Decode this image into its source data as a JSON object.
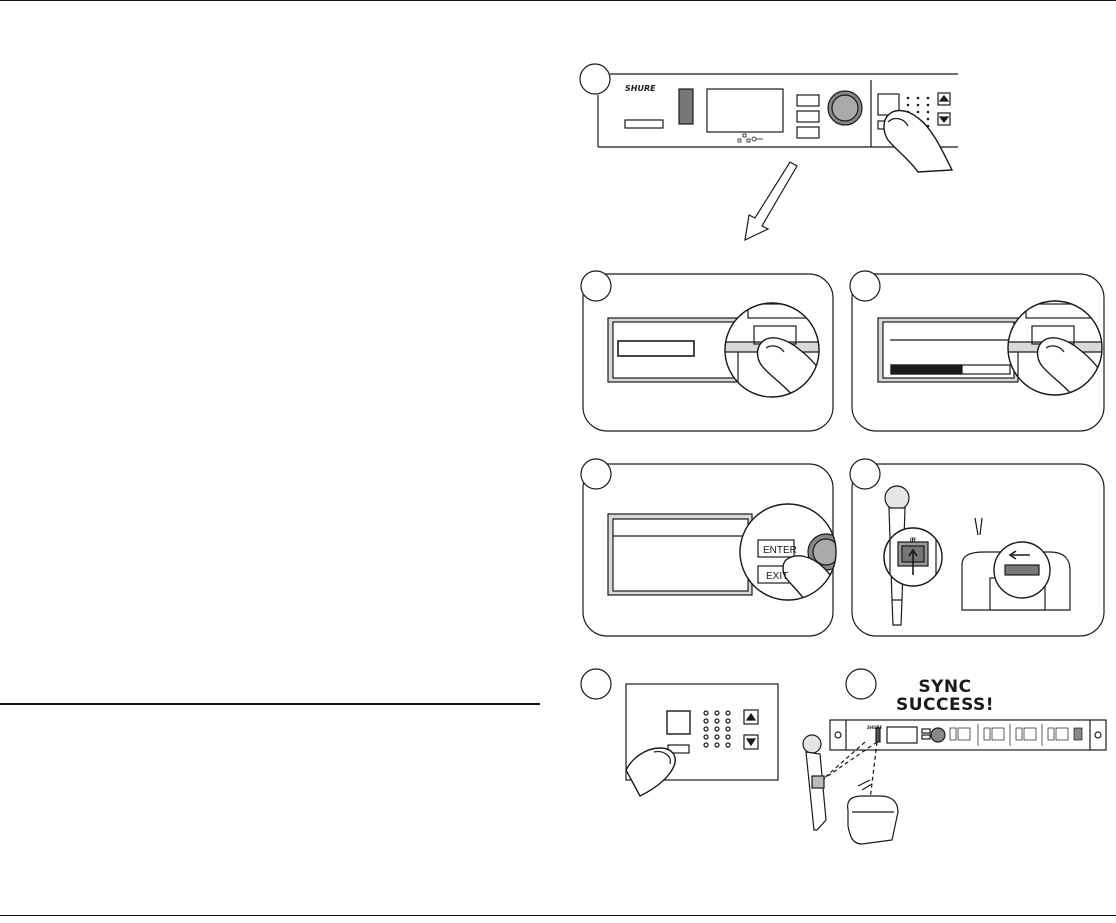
{
  "brand": {
    "logo_text": "SHURE"
  },
  "step4": {
    "enter_label": "ENTER",
    "exit_label": "EXIT"
  },
  "step5": {
    "ir_label": "IR"
  },
  "step7": {
    "line1": "SYNC",
    "line2": "SUCCESS!"
  },
  "colors": {
    "line": "#1a1a1a",
    "panel_bg": "#ffffff",
    "screen_grey": "#d9d9d9"
  }
}
